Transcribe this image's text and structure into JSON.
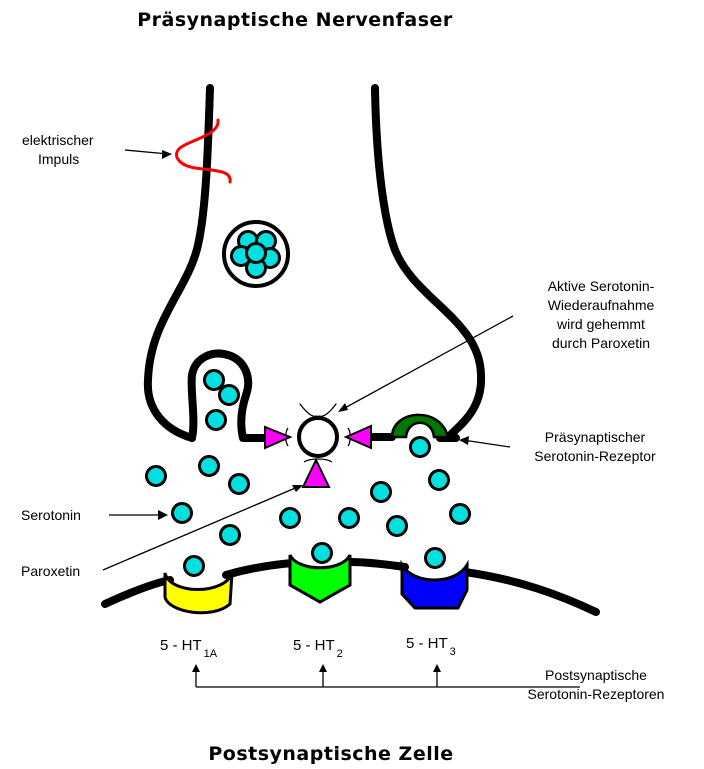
{
  "titles": {
    "top": "Präsynaptische Nervenfaser",
    "bottom": "Postsynaptische Zelle"
  },
  "labels": {
    "impulse_line1": "elektrischer",
    "impulse_line2": "Impuls",
    "reuptake_line1": "Aktive Serotonin-",
    "reuptake_line2": "Wiederaufnahme",
    "reuptake_line3": "wird gehemmt",
    "reuptake_line4": "durch Paroxetin",
    "pre_receptor_line1": "Präsynaptischer",
    "pre_receptor_line2": "Serotonin-Rezeptor",
    "serotonin": "Serotonin",
    "paroxetin": "Paroxetin",
    "post_receptors_line1": "Postsynaptische",
    "post_receptors_line2": "Serotonin-Rezeptoren"
  },
  "receptors": [
    {
      "prefix": "5 - HT",
      "subscript": "1A",
      "color": "#ffff00"
    },
    {
      "prefix": "5 - HT",
      "subscript": "2",
      "color": "#00ff00"
    },
    {
      "prefix": "5 - HT",
      "subscript": "3",
      "color": "#0000ff"
    }
  ],
  "colors": {
    "serotonin": "#00e0e0",
    "paroxetin": "#ff00ff",
    "pre_receptor": "#007700",
    "impulse": "#ff0000",
    "membrane": "#000000"
  }
}
